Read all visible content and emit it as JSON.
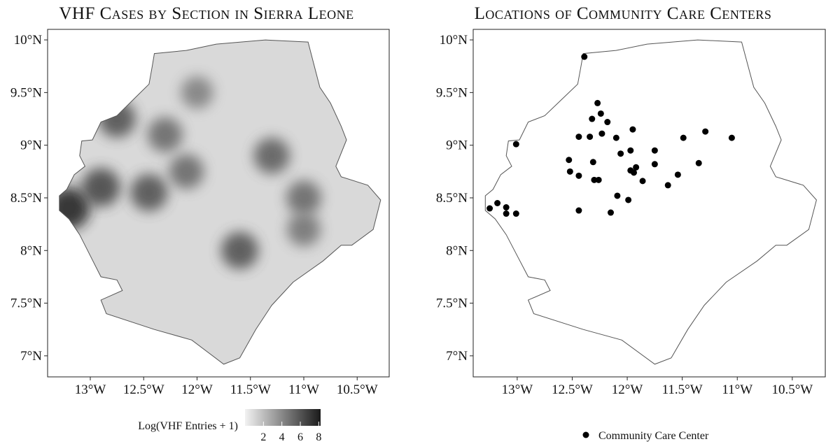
{
  "panels": [
    {
      "title": "VHF Cases by Section in Sierra Leone",
      "legend": {
        "title": "Log(VHF Entries + 1)",
        "ticks": [
          "2",
          "4",
          "6",
          "8"
        ],
        "colors": [
          "#f2f2f2",
          "#1a1a1a"
        ]
      }
    },
    {
      "title": "Locations of Community Care Centers",
      "legend": {
        "label": "Community Care Center"
      }
    }
  ],
  "axes": {
    "x_ticks": [
      "13°W",
      "12.5°W",
      "12°W",
      "11.5°W",
      "11°W",
      "10.5°W"
    ],
    "y_ticks": [
      "10°N",
      "9.5°N",
      "9°N",
      "8.5°N",
      "8°N",
      "7.5°N",
      "7°N"
    ]
  },
  "chart_data": [
    {
      "type": "map",
      "title": "VHF Cases by Section in Sierra Leone",
      "fill_variable": "Log(VHF Entries + 1)",
      "scale_range": [
        0,
        8
      ],
      "xlim": [
        -13.4,
        -10.2
      ],
      "ylim": [
        6.8,
        10.1
      ],
      "hotspots": [
        {
          "lon": -13.2,
          "lat": 8.4,
          "level": 8
        },
        {
          "lon": -12.9,
          "lat": 8.6,
          "level": 6.5
        },
        {
          "lon": -12.75,
          "lat": 9.25,
          "level": 6
        },
        {
          "lon": -12.45,
          "lat": 8.55,
          "level": 6
        },
        {
          "lon": -12.3,
          "lat": 9.1,
          "level": 5
        },
        {
          "lon": -12.1,
          "lat": 8.75,
          "level": 5
        },
        {
          "lon": -11.6,
          "lat": 8.0,
          "level": 6
        },
        {
          "lon": -11.3,
          "lat": 8.9,
          "level": 5.5
        },
        {
          "lon": -11.0,
          "lat": 8.5,
          "level": 5
        },
        {
          "lon": -11.0,
          "lat": 8.2,
          "level": 4.5
        },
        {
          "lon": -12.0,
          "lat": 9.5,
          "level": 4
        }
      ]
    },
    {
      "type": "scatter",
      "title": "Locations of Community Care Centers",
      "xlim": [
        -13.4,
        -10.2
      ],
      "ylim": [
        6.8,
        10.1
      ],
      "series": [
        {
          "name": "Community Care Center",
          "points": [
            {
              "lon": -12.39,
              "lat": 9.84
            },
            {
              "lon": -13.01,
              "lat": 9.01
            },
            {
              "lon": -12.27,
              "lat": 9.4
            },
            {
              "lon": -12.32,
              "lat": 9.25
            },
            {
              "lon": -12.24,
              "lat": 9.3
            },
            {
              "lon": -12.18,
              "lat": 9.22
            },
            {
              "lon": -12.44,
              "lat": 9.08
            },
            {
              "lon": -12.34,
              "lat": 9.08
            },
            {
              "lon": -12.23,
              "lat": 9.11
            },
            {
              "lon": -12.1,
              "lat": 9.07
            },
            {
              "lon": -11.95,
              "lat": 9.15
            },
            {
              "lon": -12.53,
              "lat": 8.86
            },
            {
              "lon": -12.31,
              "lat": 8.84
            },
            {
              "lon": -12.52,
              "lat": 8.75
            },
            {
              "lon": -12.44,
              "lat": 8.71
            },
            {
              "lon": -12.3,
              "lat": 8.67
            },
            {
              "lon": -12.26,
              "lat": 8.67
            },
            {
              "lon": -12.06,
              "lat": 8.92
            },
            {
              "lon": -11.97,
              "lat": 8.95
            },
            {
              "lon": -11.97,
              "lat": 8.76
            },
            {
              "lon": -11.92,
              "lat": 8.79
            },
            {
              "lon": -11.94,
              "lat": 8.74
            },
            {
              "lon": -11.86,
              "lat": 8.66
            },
            {
              "lon": -11.75,
              "lat": 8.95
            },
            {
              "lon": -11.75,
              "lat": 8.82
            },
            {
              "lon": -11.49,
              "lat": 9.07
            },
            {
              "lon": -11.29,
              "lat": 9.13
            },
            {
              "lon": -11.05,
              "lat": 9.07
            },
            {
              "lon": -11.35,
              "lat": 8.83
            },
            {
              "lon": -11.54,
              "lat": 8.72
            },
            {
              "lon": -11.63,
              "lat": 8.62
            },
            {
              "lon": -12.09,
              "lat": 8.52
            },
            {
              "lon": -11.99,
              "lat": 8.48
            },
            {
              "lon": -12.44,
              "lat": 8.38
            },
            {
              "lon": -12.15,
              "lat": 8.36
            },
            {
              "lon": -13.25,
              "lat": 8.4
            },
            {
              "lon": -13.18,
              "lat": 8.45
            },
            {
              "lon": -13.1,
              "lat": 8.41
            },
            {
              "lon": -13.1,
              "lat": 8.35
            },
            {
              "lon": -13.01,
              "lat": 8.35
            }
          ]
        }
      ]
    }
  ]
}
